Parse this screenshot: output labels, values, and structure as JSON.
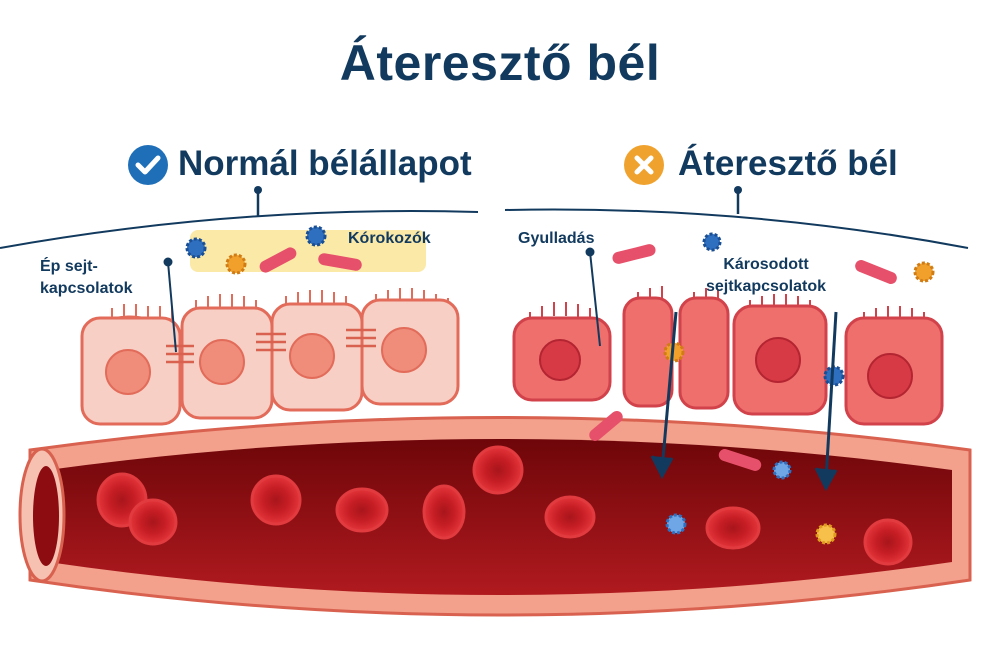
{
  "title": "Áteresztő bél",
  "sections": {
    "normal": {
      "heading": "Normál bélállapot",
      "icon": "check-circle-icon"
    },
    "leaky": {
      "heading": "Áteresztő bél",
      "icon": "cross-circle-icon"
    }
  },
  "labels": {
    "intact_junctions": "Ép sejt-\nkapcsolatok",
    "pathogens": "Kórokozók",
    "inflammation": "Gyulladás",
    "damaged_junctions": "Károsodott\nsejtkapcsolatok"
  },
  "colors": {
    "title_text": "#123a5e",
    "check_badge": "#1f6fb8",
    "cross_badge": "#f0a22e",
    "healthy_cell": "#f7cfc4",
    "inflamed_cell": "#ef6f6c",
    "blood_vessel": "#9a0f14",
    "red_blood_cell": "#d9232a",
    "pathogen_highlight": "#fbe9a8"
  }
}
